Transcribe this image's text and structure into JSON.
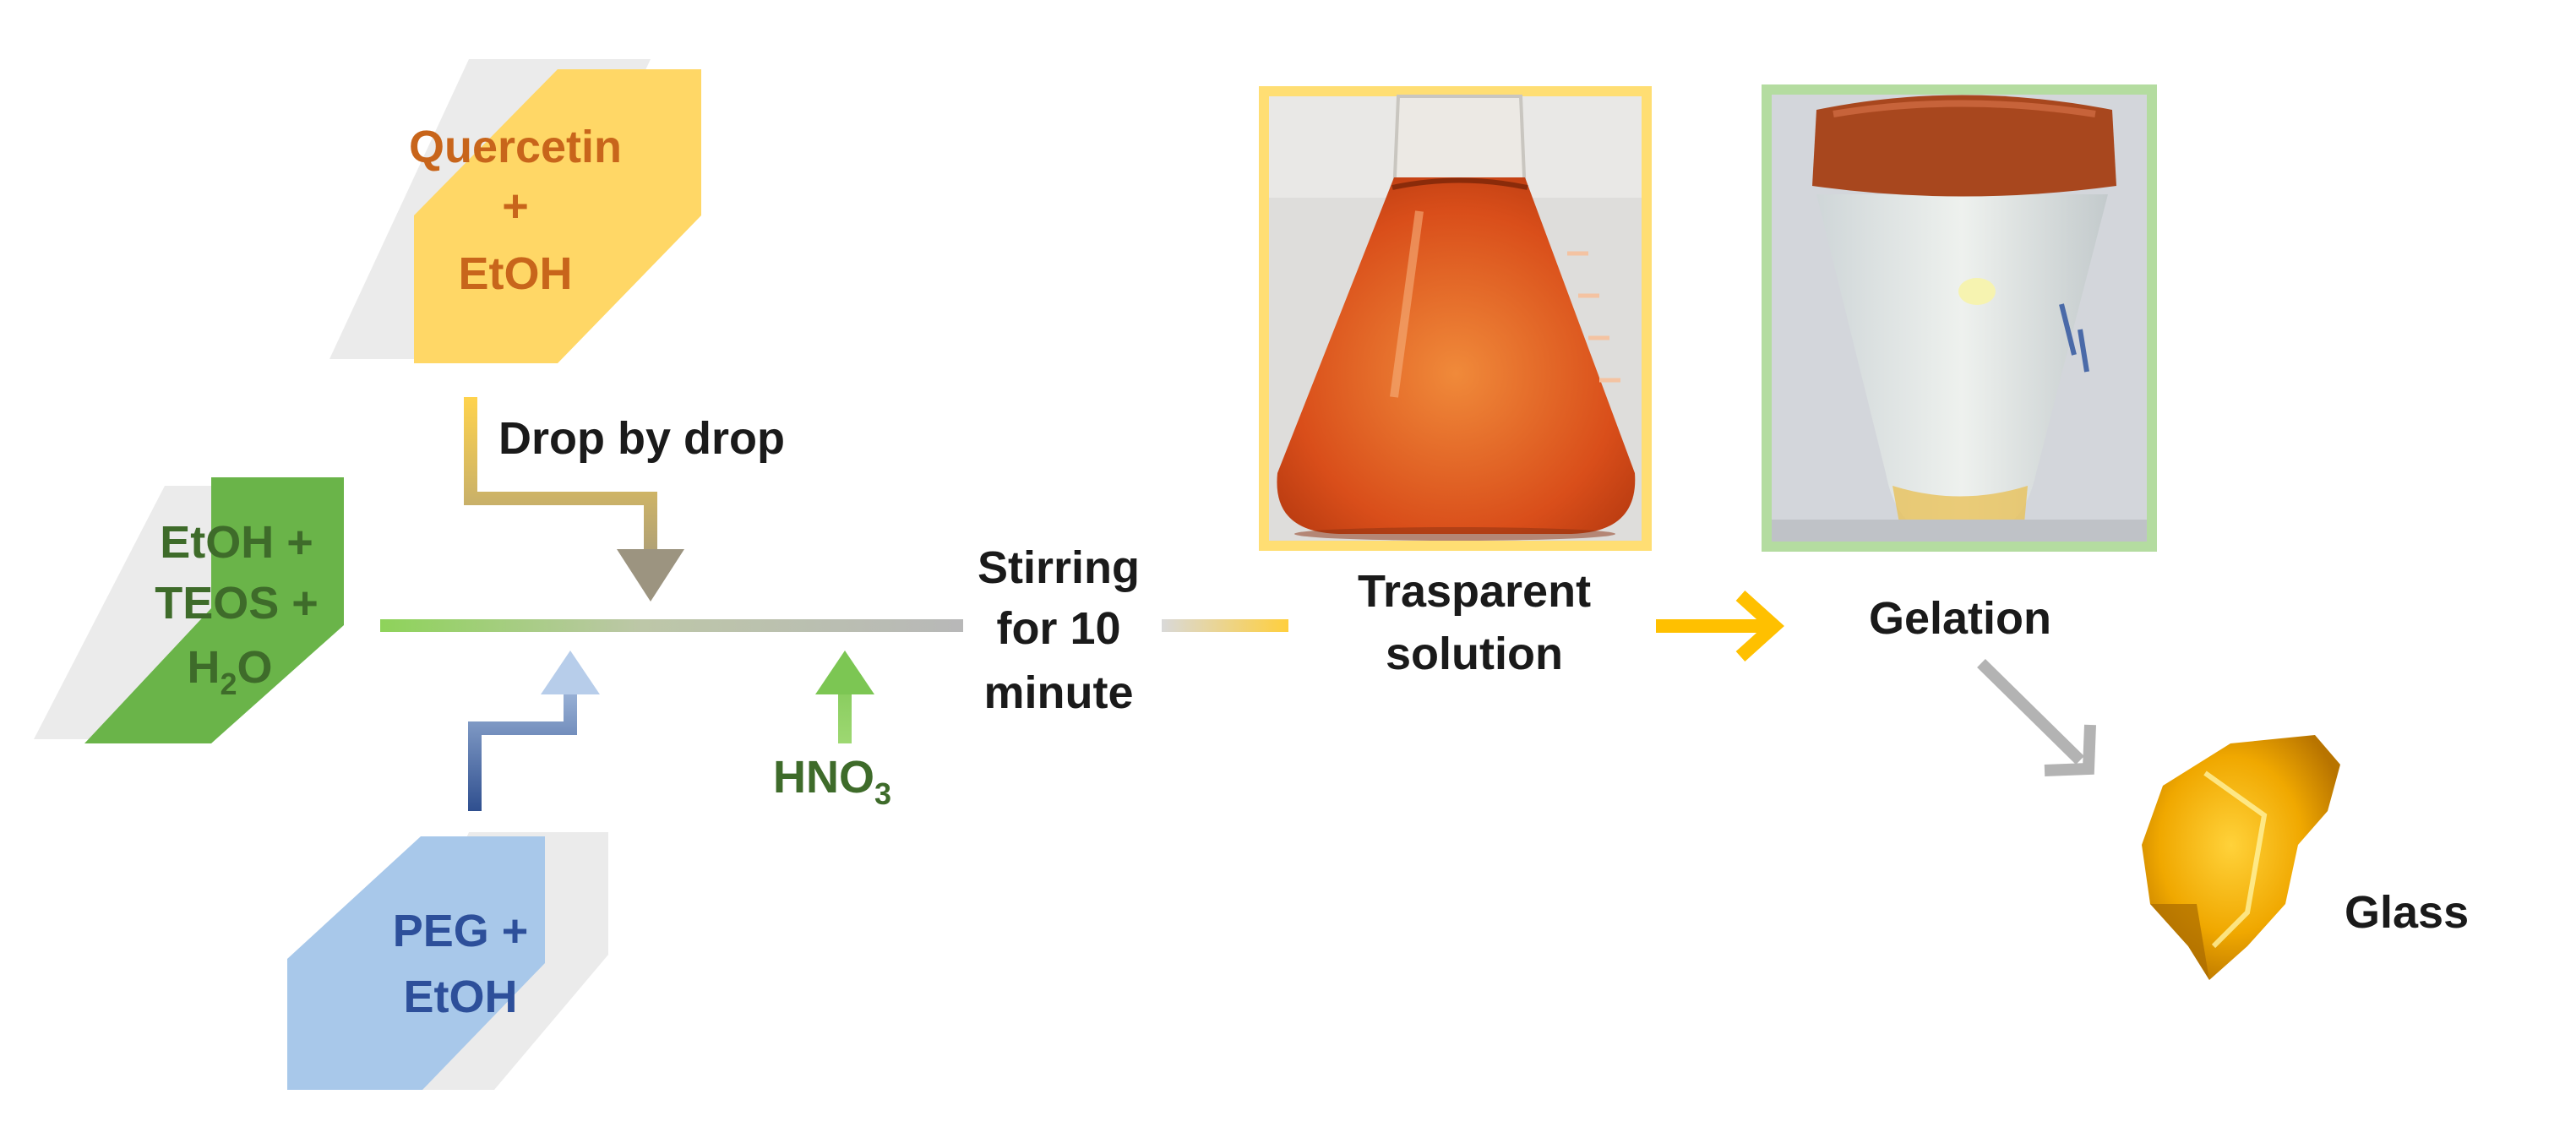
{
  "colors": {
    "quercetin_text": "#c8651b",
    "quercetin_fill": "#ffd766",
    "green_text": "#3e6b2a",
    "green_fill": "#6ab449",
    "blue_text": "#2d4f9a",
    "blue_fill": "#a8c8ea",
    "ghost": "#ebebeb",
    "line_green": "#8ed35a",
    "line_gray": "#b8b8b8",
    "line_yellow": "#ffd34d",
    "arrow_yellow": "#ffc000",
    "arrow_gray": "#b3b3b3",
    "frame_yellow": "#ffde73",
    "frame_green": "#b4dca0",
    "text_dark": "#1a1a1a"
  },
  "reagents": {
    "quercetin": {
      "line1": "Quercetin",
      "line2": "+",
      "line3": "EtOH"
    },
    "teos": {
      "line1": "EtOH +",
      "line2": "TEOS +",
      "line3_main": "H",
      "line3_sub": "2",
      "line3_end": "O"
    },
    "peg": {
      "line1": "PEG +",
      "line2": "EtOH"
    }
  },
  "steps": {
    "drop": "Drop by drop",
    "hno3_main": "HNO",
    "hno3_sub": "3",
    "stirring": {
      "line1": "Stirring",
      "line2": "for 10",
      "line3": "minute"
    },
    "solution": {
      "line1": "Trasparent",
      "line2": "solution"
    },
    "gelation": "Gelation",
    "glass": "Glass"
  },
  "images": {
    "flask": "conical-flask-orange-solution",
    "gel": "inverted-flask-gel",
    "glass": "amber-glass-piece"
  }
}
